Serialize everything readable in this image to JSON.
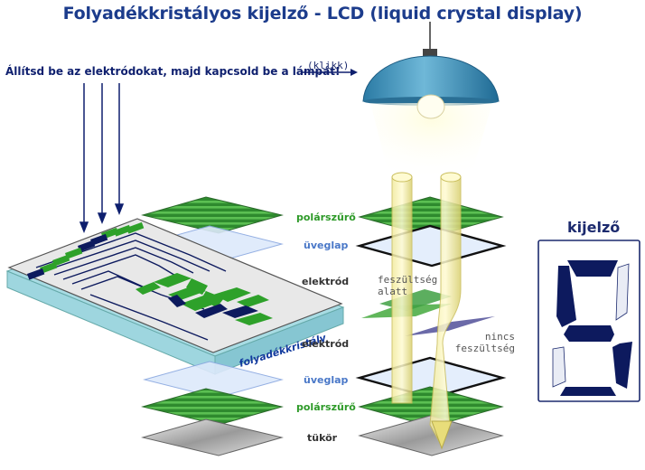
{
  "title": "Folyadékkristályos kijelző - LCD (liquid crystal display)",
  "instruction": "Állítsd be az elektródokat, majd kapcsold be a lámpát!",
  "click_hint": "(klikk)",
  "layers": {
    "polarizer_top": "polárszűrő",
    "glass_top": "üveglap",
    "electrode_top": "elektród",
    "electrode_bottom": "elektród",
    "glass_bottom": "üveglap",
    "polarizer_bottom": "polárszűrő",
    "mirror": "tükör"
  },
  "liquid_crystal_label": "folyadékkristály",
  "voltage_on": [
    "feszültség",
    "alatt"
  ],
  "voltage_off": [
    "nincs",
    "feszültség"
  ],
  "display_title": "kijelző",
  "colors": {
    "title": "#1c3c8c",
    "green_label": "#2d9a28",
    "blue_label": "#4a78c8",
    "lamp": "#3f8fb4",
    "segment": "#0d1a5e",
    "electrode_green": "#2ea12a"
  },
  "icons": [
    "lamp-icon",
    "bulb-icon",
    "arrow-right-icon",
    "arrow-down-icon"
  ]
}
